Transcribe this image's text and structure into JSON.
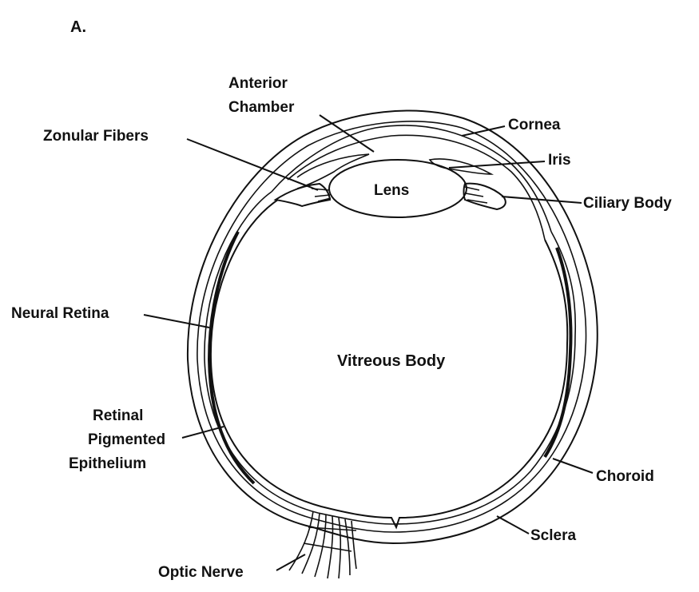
{
  "panel_label": "A.",
  "labels": {
    "anterior_chamber_line1": "Anterior",
    "anterior_chamber_line2": "Chamber",
    "cornea": "Cornea",
    "zonular_fibers": "Zonular Fibers",
    "iris": "Iris",
    "lens": "Lens",
    "ciliary_body": "Ciliary Body",
    "neural_retina": "Neural Retina",
    "vitreous_body": "Vitreous Body",
    "rpe_line1": "Retinal",
    "rpe_line2": "Pigmented",
    "rpe_line3": "Epithelium",
    "choroid": "Choroid",
    "sclera": "Sclera",
    "optic_nerve": "Optic Nerve"
  },
  "colors": {
    "ink": "#111111",
    "background": "#ffffff"
  }
}
